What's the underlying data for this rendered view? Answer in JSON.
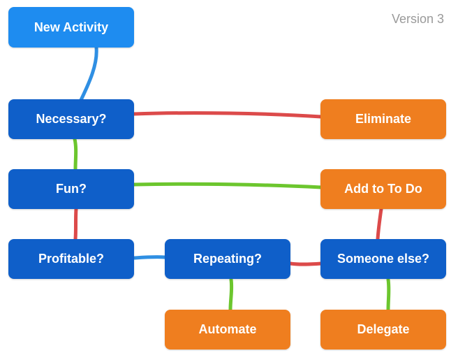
{
  "version_label": "Version 3",
  "colors": {
    "start": "#1e8cf0",
    "decision": "#0f5fc9",
    "outcome": "#ef7e1f",
    "edge_blue": "#2f8fe3",
    "edge_green": "#6cc62e",
    "edge_red": "#dc4a4a"
  },
  "nodes": {
    "new_activity": "New Activity",
    "necessary": "Necessary?",
    "eliminate": "Eliminate",
    "fun": "Fun?",
    "add_to_todo": "Add to To Do",
    "profitable": "Profitable?",
    "repeating": "Repeating?",
    "someone_else": "Someone else?",
    "automate": "Automate",
    "delegate": "Delegate"
  },
  "edges": [
    {
      "from": "new_activity",
      "to": "necessary",
      "color": "edge_blue"
    },
    {
      "from": "necessary",
      "to": "eliminate",
      "color": "edge_red"
    },
    {
      "from": "necessary",
      "to": "fun",
      "color": "edge_green"
    },
    {
      "from": "fun",
      "to": "add_to_todo",
      "color": "edge_green"
    },
    {
      "from": "fun",
      "to": "profitable",
      "color": "edge_red"
    },
    {
      "from": "profitable",
      "to": "repeating",
      "color": "edge_blue"
    },
    {
      "from": "repeating",
      "to": "someone_else",
      "color": "edge_red"
    },
    {
      "from": "repeating",
      "to": "automate",
      "color": "edge_green"
    },
    {
      "from": "someone_else",
      "to": "add_to_todo",
      "color": "edge_red"
    },
    {
      "from": "someone_else",
      "to": "delegate",
      "color": "edge_green"
    }
  ]
}
